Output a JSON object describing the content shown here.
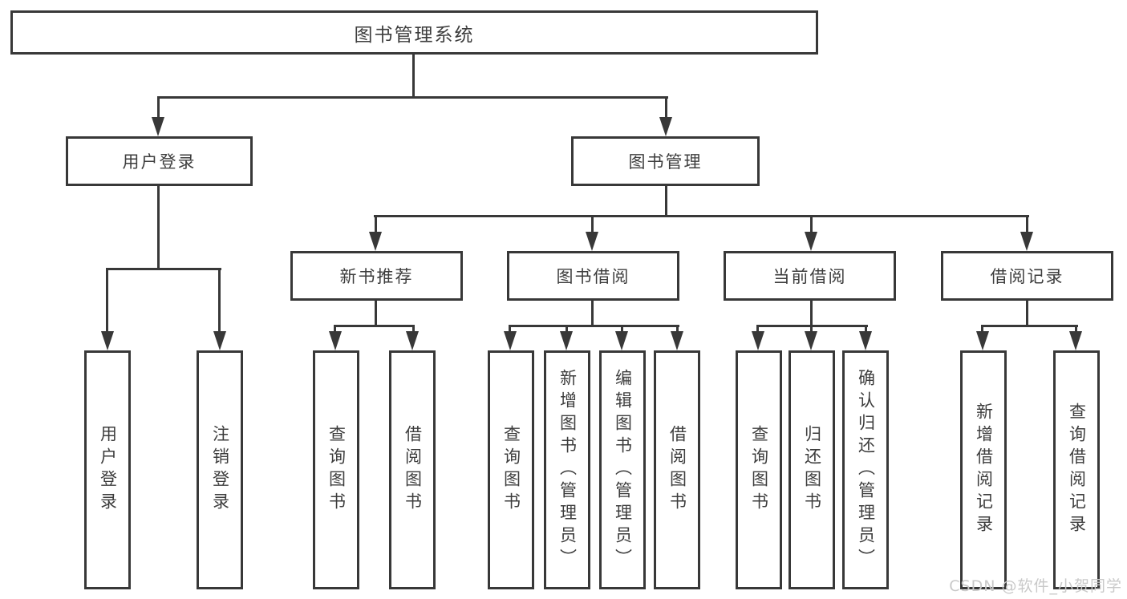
{
  "diagram": {
    "type": "hierarchy-tree",
    "watermark": "CSDN @软件_小贺同学",
    "colors": {
      "line": "#383838",
      "text": "#3d3d3d",
      "background": "#ffffff",
      "watermark": "#c9c9c9"
    }
  },
  "tree": {
    "label": "图书管理系统",
    "children": [
      {
        "label": "用户登录",
        "children": [
          {
            "label": "用户登录"
          },
          {
            "label": "注销登录"
          }
        ]
      },
      {
        "label": "图书管理",
        "children": [
          {
            "label": "新书推荐",
            "children": [
              {
                "label": "查询图书"
              },
              {
                "label": "借阅图书"
              }
            ]
          },
          {
            "label": "图书借阅",
            "children": [
              {
                "label": "查询图书"
              },
              {
                "label": "新增图书（管理员）"
              },
              {
                "label": "编辑图书（管理员）"
              },
              {
                "label": "借阅图书"
              }
            ]
          },
          {
            "label": "当前借阅",
            "children": [
              {
                "label": "查询图书"
              },
              {
                "label": "归还图书"
              },
              {
                "label": "确认归还（管理员）"
              }
            ]
          },
          {
            "label": "借阅记录",
            "children": [
              {
                "label": "新增借阅记录"
              },
              {
                "label": "查询借阅记录"
              }
            ]
          }
        ]
      }
    ]
  }
}
